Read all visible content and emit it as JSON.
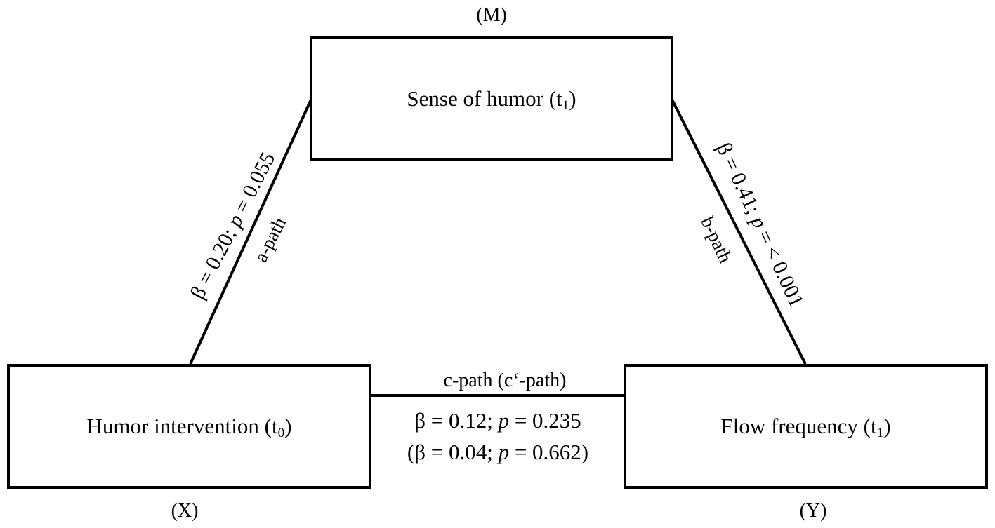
{
  "nodes": {
    "mediator": {
      "role": "(M)",
      "label": "Sense of humor (t",
      "sub": "1",
      "close": ")"
    },
    "predictor": {
      "role": "(X)",
      "label": "Humor intervention (t",
      "sub": "0",
      "close": ")"
    },
    "outcome": {
      "role": "(Y)",
      "label": "Flow frequency (t",
      "sub": "1",
      "close": ")"
    }
  },
  "paths": {
    "a": {
      "name": "a-path",
      "beta_text": "β = 0.20; ",
      "p_symbol": "p",
      "p_text": " = 0.055"
    },
    "b": {
      "name": "b-path",
      "beta_text": "β = 0.41; ",
      "p_symbol": "p",
      "p_text": " = < 0.001"
    },
    "c": {
      "name": "c-path (c‘-path)",
      "beta_text": "β = 0.12; ",
      "p_symbol": "p",
      "p_text": " = 0.235",
      "prime_open": "(β = 0.04; ",
      "prime_p_symbol": "p",
      "prime_p_text": " = 0.662)"
    }
  }
}
